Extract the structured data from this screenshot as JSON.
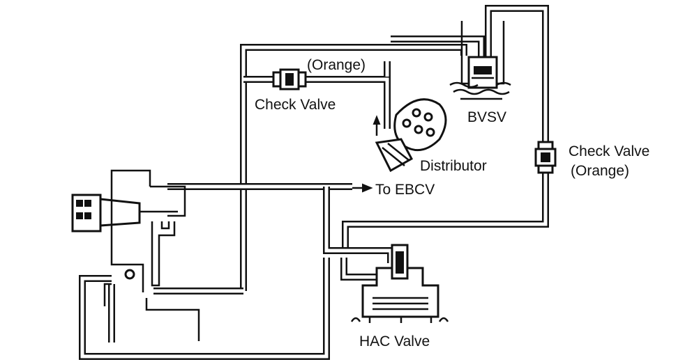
{
  "labels": {
    "orange_top": "(Orange)",
    "check_valve_left": "Check Valve",
    "bvsv": "BVSV",
    "distributor": "Distributor",
    "check_valve_right_line1": "Check Valve",
    "check_valve_right_line2": "(Orange)",
    "to_ebcv": "To EBCV",
    "hac_valve": "HAC Valve"
  }
}
